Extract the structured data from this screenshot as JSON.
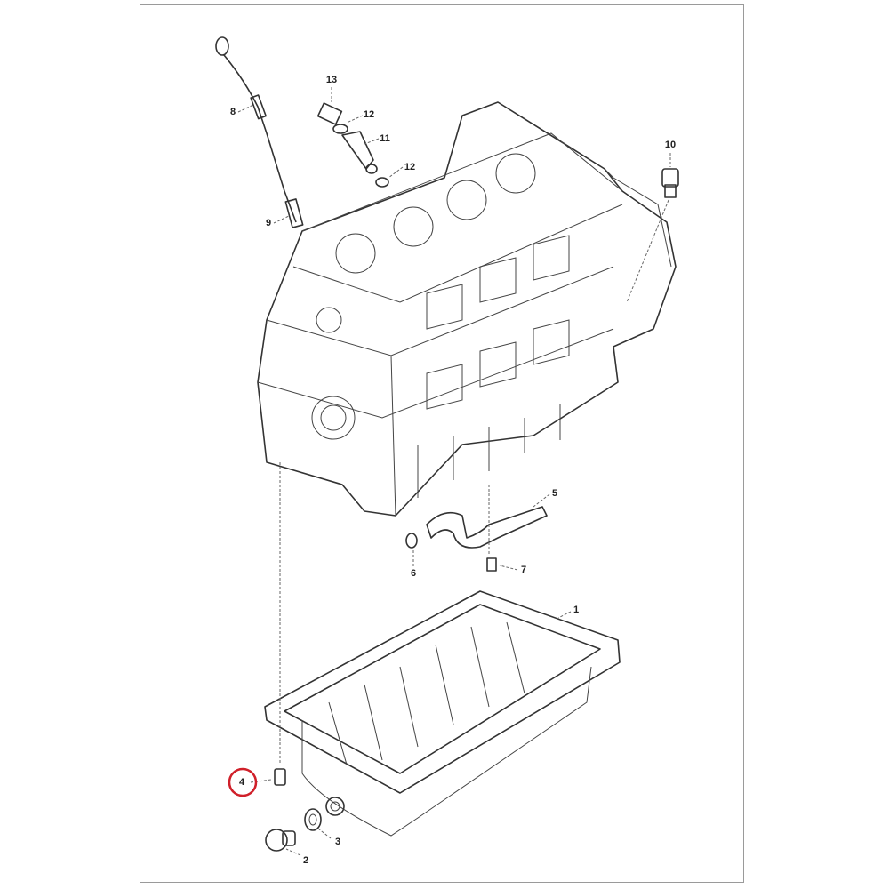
{
  "diagram": {
    "parts": [
      {
        "id": "part-1",
        "label": "1"
      },
      {
        "id": "part-2",
        "label": "2"
      },
      {
        "id": "part-3",
        "label": "3"
      },
      {
        "id": "part-4",
        "label": "4",
        "highlighted": true
      },
      {
        "id": "part-5",
        "label": "5"
      },
      {
        "id": "part-6",
        "label": "6"
      },
      {
        "id": "part-7",
        "label": "7"
      },
      {
        "id": "part-8",
        "label": "8"
      },
      {
        "id": "part-9",
        "label": "9"
      },
      {
        "id": "part-10",
        "label": "10"
      },
      {
        "id": "part-11",
        "label": "11"
      },
      {
        "id": "part-12a",
        "label": "12"
      },
      {
        "id": "part-12b",
        "label": "12"
      },
      {
        "id": "part-13",
        "label": "13"
      }
    ],
    "highlight_color": "#d0202a"
  }
}
